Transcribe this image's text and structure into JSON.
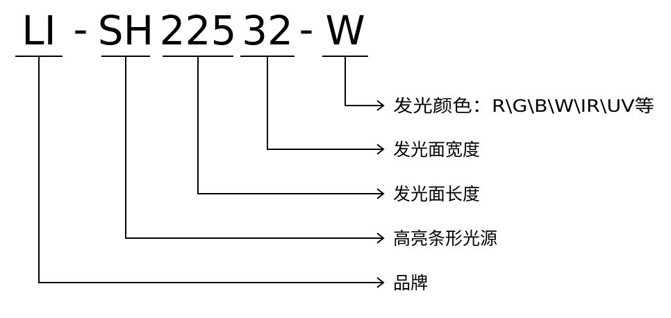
{
  "code_parts": [
    {
      "text": "LI"
    },
    {
      "text": "-"
    },
    {
      "text": "SH"
    },
    {
      "text": "225"
    },
    {
      "text": "32"
    },
    {
      "text": "-"
    },
    {
      "text": "W"
    }
  ],
  "descriptions": [
    {
      "id": "color",
      "label": "发光颜色：R\\G\\B\\W\\IR\\UV等"
    },
    {
      "id": "width",
      "label": "发光面宽度"
    },
    {
      "id": "length",
      "label": "发光面长度"
    },
    {
      "id": "type",
      "label": "高亮条形光源"
    },
    {
      "id": "brand",
      "label": "品牌"
    }
  ],
  "colors": {
    "ink": "#000000",
    "background": "#ffffff"
  }
}
